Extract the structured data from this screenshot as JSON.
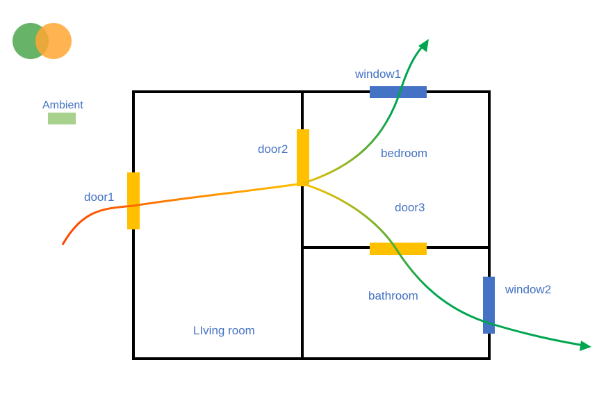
{
  "colors": {
    "label": "#4472C4",
    "wall": "#000000",
    "door": "#FFC000",
    "window": "#4472C4",
    "flow_start": "#FF4500",
    "flow_mid": "#FFC000",
    "flow_end": "#00A550",
    "legend_green": "#4CA64C",
    "legend_orange": "#FFA733",
    "ambient_swatch": "#A9D18E"
  },
  "legend": {
    "ambient_label": "Ambient"
  },
  "openings": {
    "door1": "door1",
    "door2": "door2",
    "door3": "door3",
    "window1": "window1",
    "window2": "window2"
  },
  "rooms": {
    "bedroom": "bedroom",
    "bathroom": "bathroom",
    "living_room": "LIving room"
  }
}
